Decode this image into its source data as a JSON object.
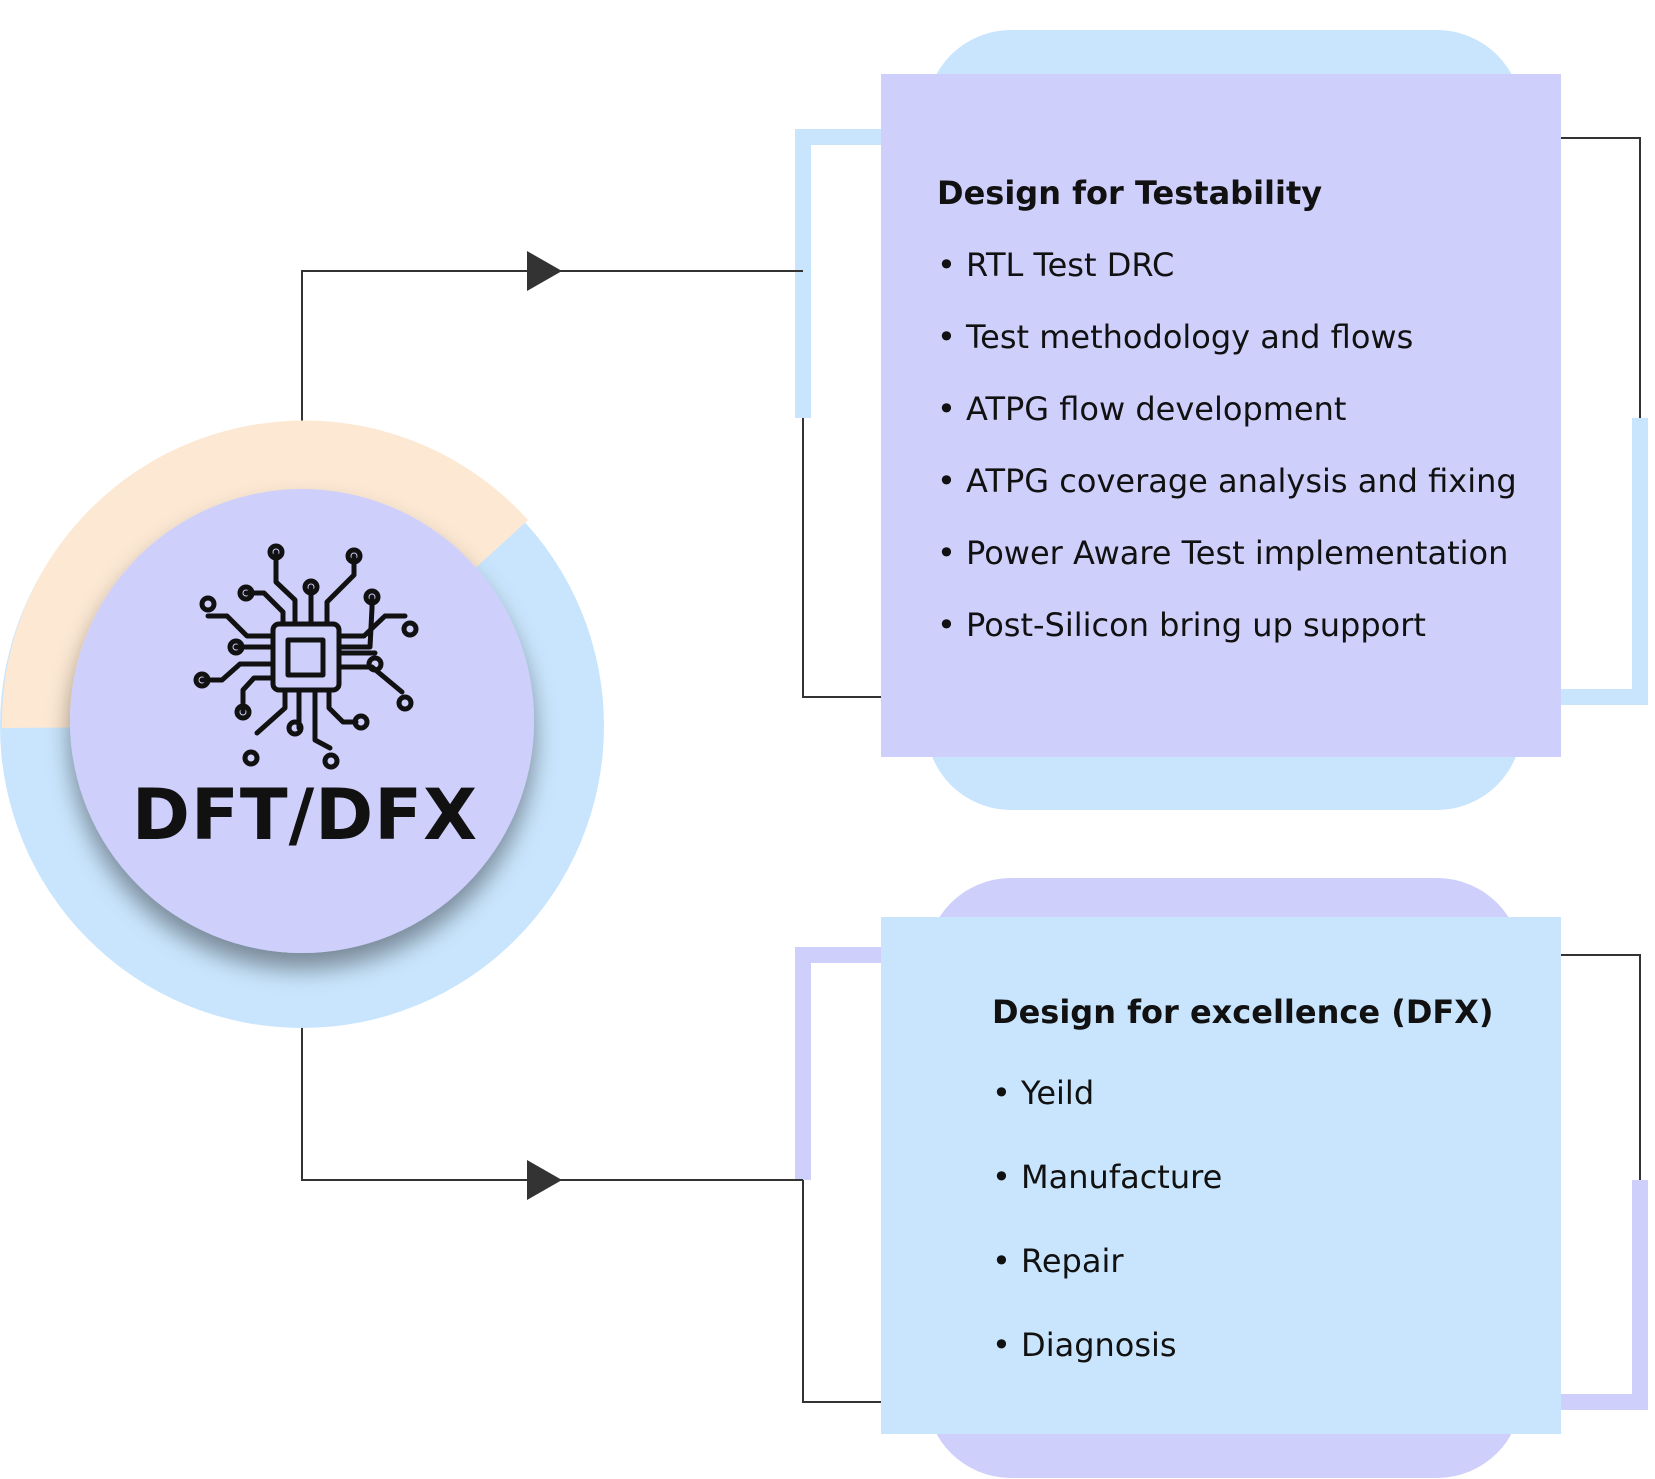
{
  "hub": {
    "title": "DFT/DFX",
    "icon": "microchip-icon"
  },
  "branches": [
    {
      "title": "Design for Testability",
      "items": [
        "RTL Test DRC",
        "Test methodology and flows",
        "ATPG flow development",
        "ATPG coverage analysis and fixing",
        "Power Aware Test implementation",
        "Post-Silicon bring up support"
      ]
    },
    {
      "title": "Design for excellence (DFX)",
      "items": [
        "Yeild",
        "Manufacture",
        "Repair",
        "Diagnosis"
      ]
    }
  ],
  "colors": {
    "lavender": "#cfcffc",
    "light_blue": "#c9e5fd",
    "peach": "#fce8d3",
    "connector": "#333333",
    "text": "#111111"
  }
}
